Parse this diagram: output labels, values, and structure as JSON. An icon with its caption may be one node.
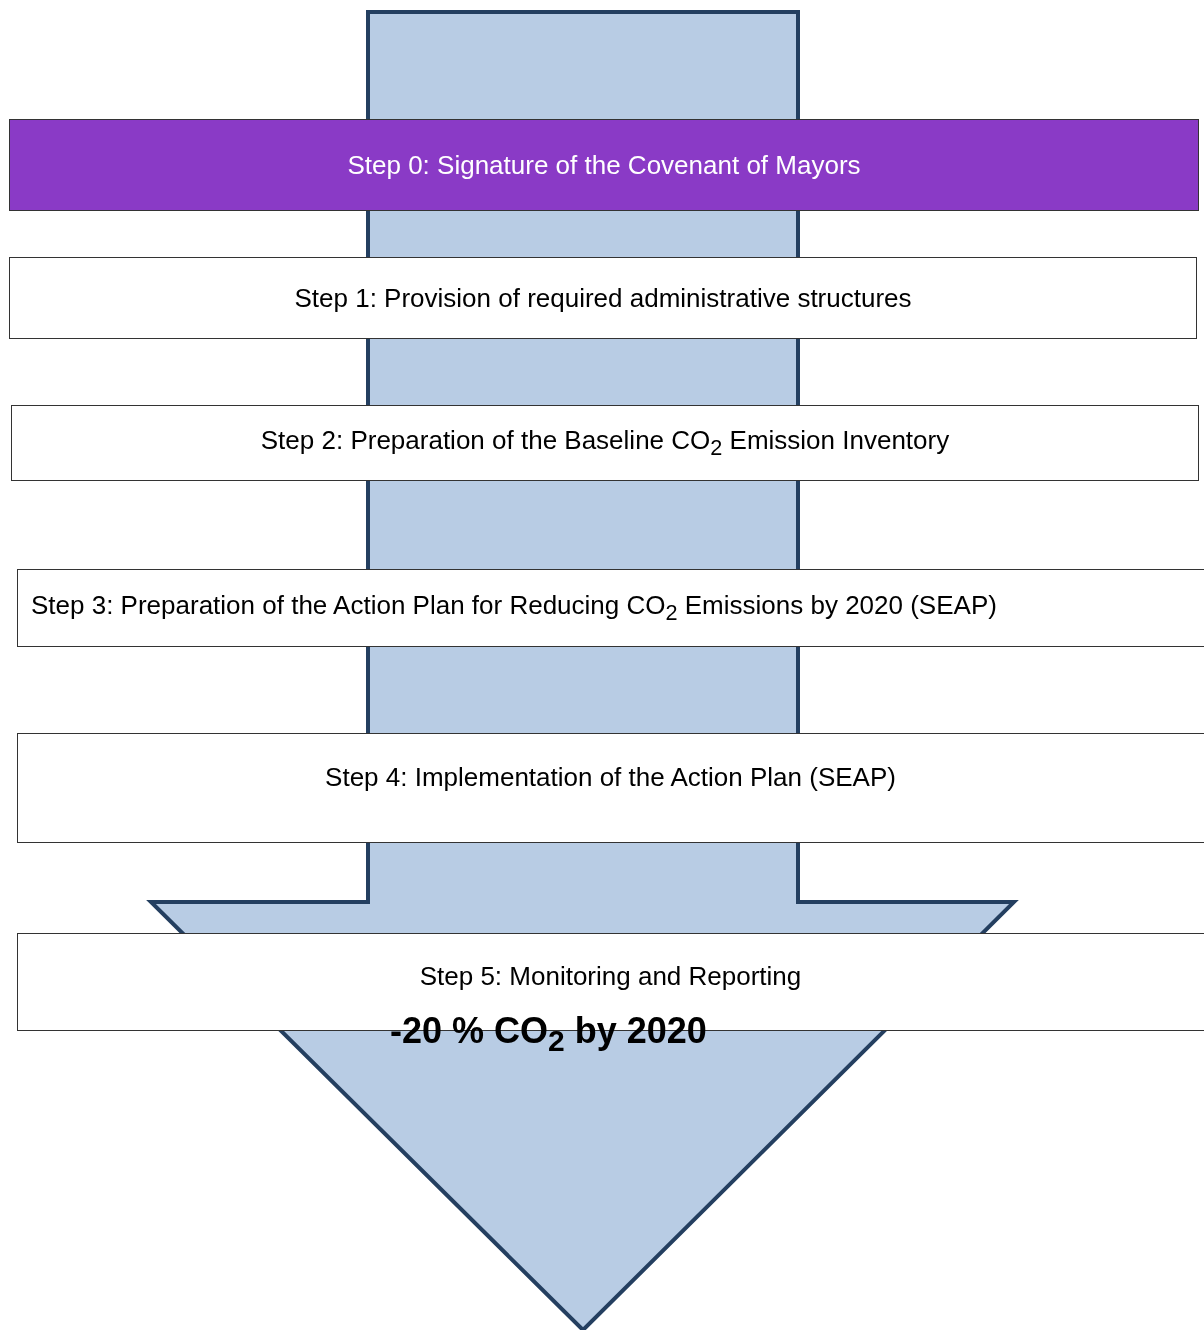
{
  "diagram": {
    "nodes": [
      {
        "text": [
          "Step 0: Signature of the Covenant of Mayors"
        ]
      },
      {
        "text": [
          "Step 1: Provision of required administrative structures"
        ]
      },
      {
        "text": [
          "Step 2: Preparation of the Baseline CO$_{2}$ Emission Inventory"
        ]
      },
      {
        "text": [
          "Step 3: Preparation of the Action Plan for Reducing CO$_{2}$ Emissions by 2020 (SEAP)"
        ]
      },
      {
        "text": [
          "Step 4: Implementation of the Action Plan (SEAP)"
        ]
      },
      {
        "text": [
          "Step 5: Monitoring and Reporting"
        ]
      },
      {
        "text": [
          "-20 % CO$_{2}$ by 2020"
        ]
      }
    ],
    "edges": []
  }
}
